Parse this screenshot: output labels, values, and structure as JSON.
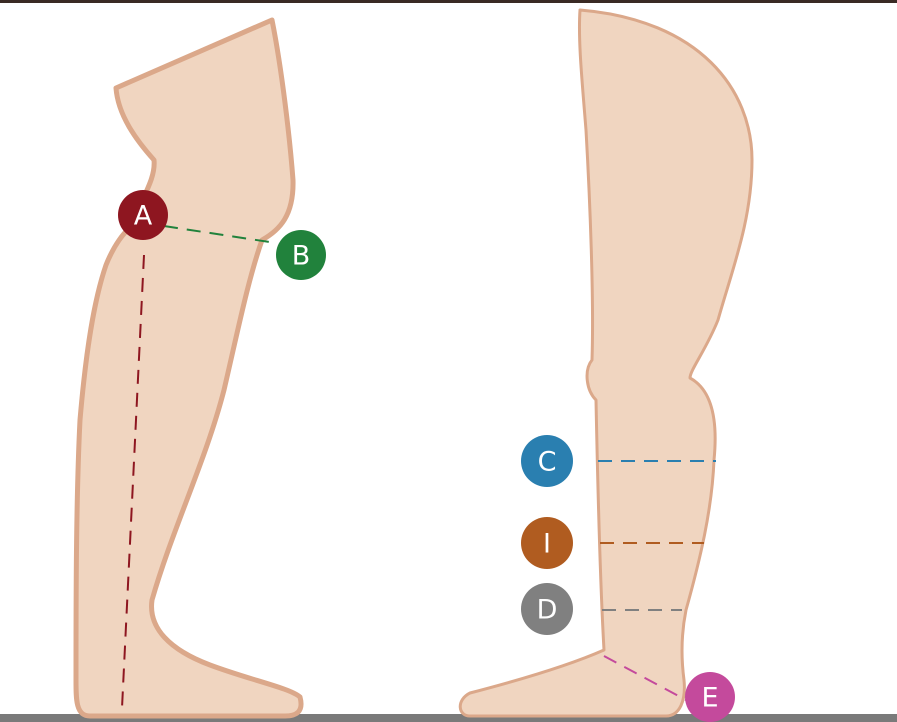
{
  "colors": {
    "skin_fill": "#f0d5c0",
    "skin_outline": "#dba88a",
    "top_border": "#3a2a24",
    "floor": "#7a7a7a"
  },
  "markers": {
    "A": {
      "label": "A",
      "color": "#8e1620"
    },
    "B": {
      "label": "B",
      "color": "#21823c"
    },
    "C": {
      "label": "C",
      "color": "#2a7fb0"
    },
    "I": {
      "label": "I",
      "color": "#b05c20"
    },
    "D": {
      "label": "D",
      "color": "#808080"
    },
    "E": {
      "label": "E",
      "color": "#c44a9c"
    }
  }
}
